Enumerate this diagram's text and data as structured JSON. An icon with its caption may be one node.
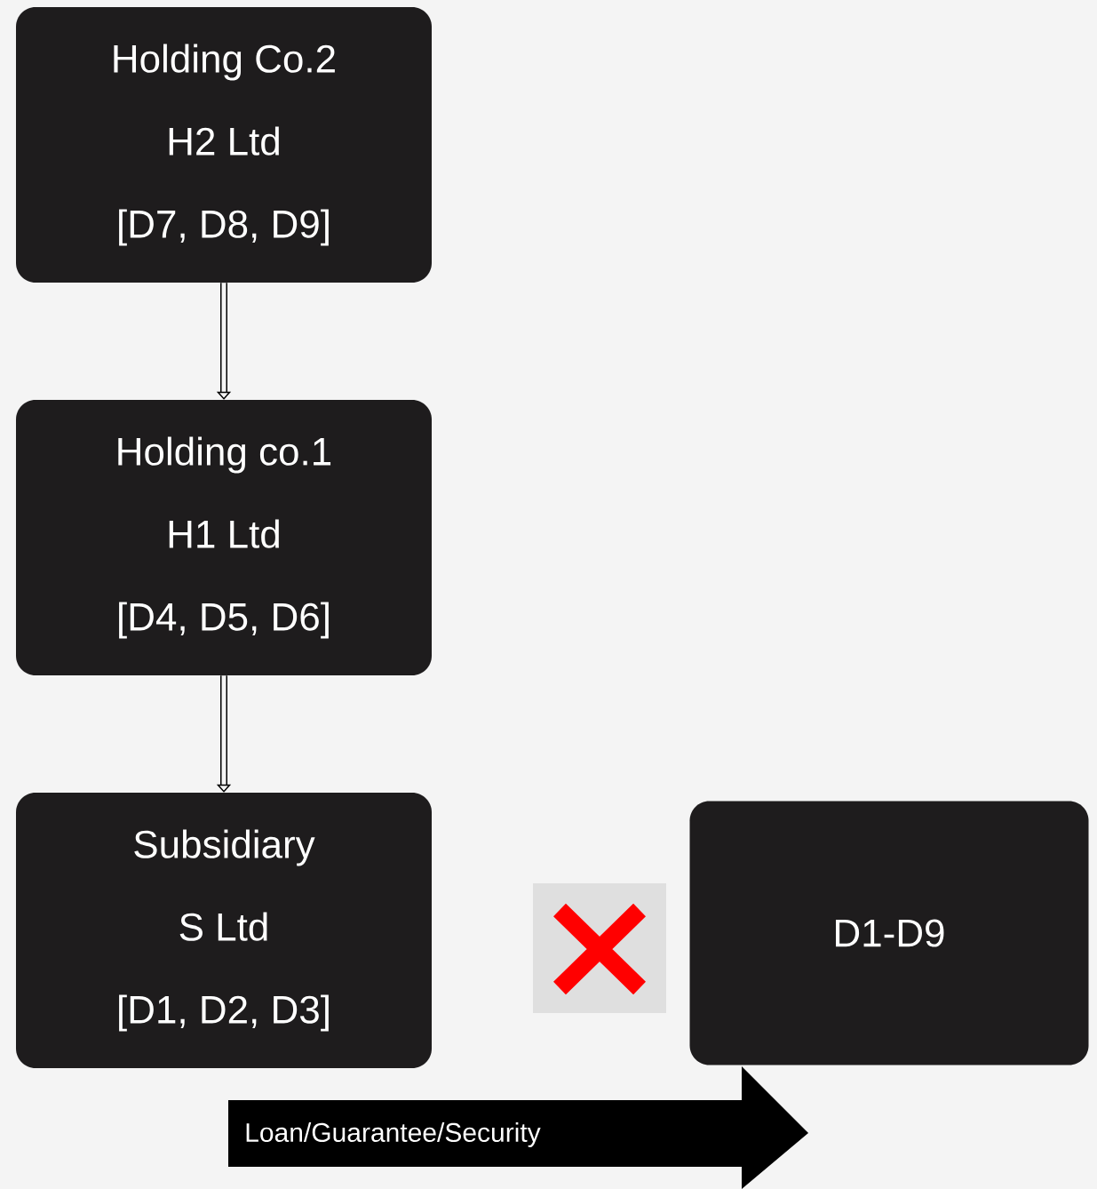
{
  "diagram": {
    "nodes": [
      {
        "text": [
          "Holding Co.2",
          "H2 Ltd",
          "[D7, D8, D9]"
        ]
      },
      {
        "text": [
          "Holding co.1",
          "H1 Ltd",
          "[D4, D5, D6]"
        ]
      },
      {
        "text": [
          "Subsidiary",
          "S Ltd",
          "[D1, D2, D3]"
        ]
      },
      {
        "text": [
          "D1-D9"
        ]
      },
      {
        "text": [
          "Loan/Guarantee/Security"
        ]
      }
    ],
    "edges": [
      {
        "from": 0,
        "to": 1,
        "arrow": "to"
      },
      {
        "from": 1,
        "to": 2,
        "arrow": "to"
      }
    ]
  }
}
